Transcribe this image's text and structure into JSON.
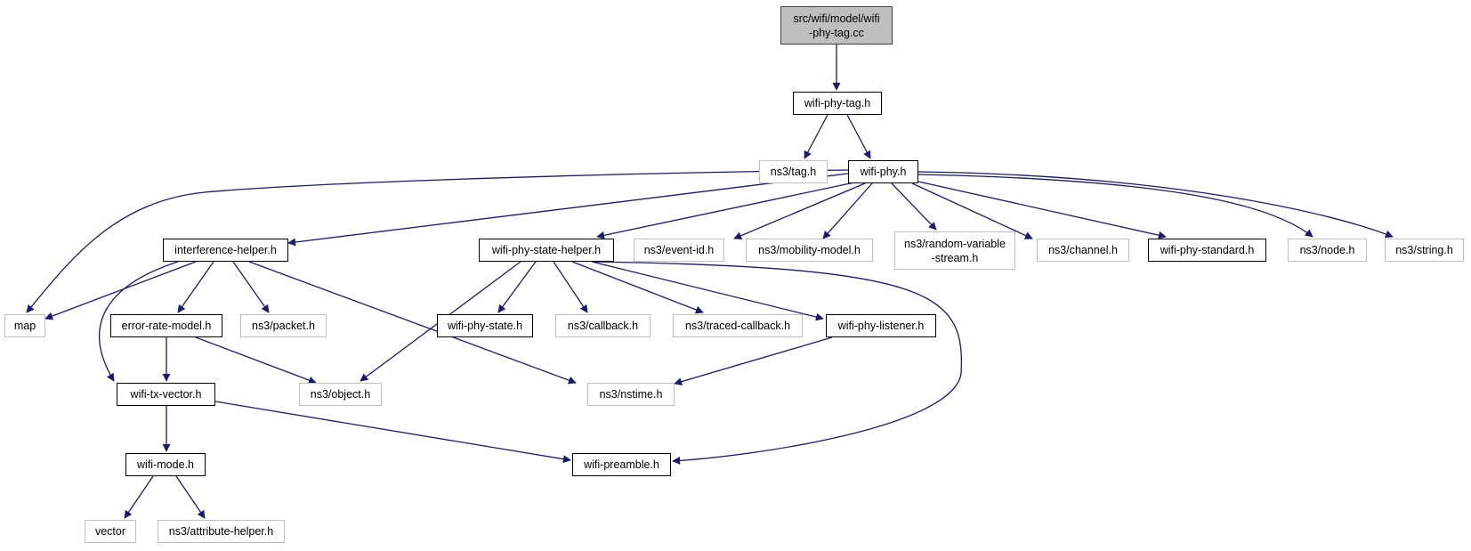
{
  "colors": {
    "edge": "#191970",
    "root_fill": "#bfbfbf",
    "local_border": "#000000",
    "external_border": "#bfbfbf"
  },
  "nodes": {
    "root": {
      "label": "src/wifi/model/wifi\n-phy-tag.cc",
      "kind": "root"
    },
    "wifi_phy_tag_h": {
      "label": "wifi-phy-tag.h",
      "kind": "local"
    },
    "ns3_tag_h": {
      "label": "ns3/tag.h",
      "kind": "external"
    },
    "wifi_phy_h": {
      "label": "wifi-phy.h",
      "kind": "local"
    },
    "interference_helper_h": {
      "label": "interference-helper.h",
      "kind": "local"
    },
    "wifi_phy_state_helper_h": {
      "label": "wifi-phy-state-helper.h",
      "kind": "local"
    },
    "ns3_event_id_h": {
      "label": "ns3/event-id.h",
      "kind": "external"
    },
    "ns3_mobility_model_h": {
      "label": "ns3/mobility-model.h",
      "kind": "external"
    },
    "ns3_random_variable_stream_h": {
      "label": "ns3/random-variable\n-stream.h",
      "kind": "external"
    },
    "ns3_channel_h": {
      "label": "ns3/channel.h",
      "kind": "external"
    },
    "wifi_phy_standard_h": {
      "label": "wifi-phy-standard.h",
      "kind": "local"
    },
    "ns3_node_h": {
      "label": "ns3/node.h",
      "kind": "external"
    },
    "ns3_string_h": {
      "label": "ns3/string.h",
      "kind": "external"
    },
    "map": {
      "label": "map",
      "kind": "external"
    },
    "error_rate_model_h": {
      "label": "error-rate-model.h",
      "kind": "local"
    },
    "ns3_packet_h": {
      "label": "ns3/packet.h",
      "kind": "external"
    },
    "wifi_phy_state_h": {
      "label": "wifi-phy-state.h",
      "kind": "local"
    },
    "ns3_callback_h": {
      "label": "ns3/callback.h",
      "kind": "external"
    },
    "ns3_traced_callback_h": {
      "label": "ns3/traced-callback.h",
      "kind": "external"
    },
    "wifi_phy_listener_h": {
      "label": "wifi-phy-listener.h",
      "kind": "local"
    },
    "wifi_tx_vector_h": {
      "label": "wifi-tx-vector.h",
      "kind": "local"
    },
    "ns3_object_h": {
      "label": "ns3/object.h",
      "kind": "external"
    },
    "ns3_nstime_h": {
      "label": "ns3/nstime.h",
      "kind": "external"
    },
    "wifi_mode_h": {
      "label": "wifi-mode.h",
      "kind": "local"
    },
    "wifi_preamble_h": {
      "label": "wifi-preamble.h",
      "kind": "local"
    },
    "vector": {
      "label": "vector",
      "kind": "external"
    },
    "ns3_attribute_helper_h": {
      "label": "ns3/attribute-helper.h",
      "kind": "external"
    }
  },
  "edges": [
    {
      "from": "root",
      "to": "wifi_phy_tag_h"
    },
    {
      "from": "wifi_phy_tag_h",
      "to": "ns3_tag_h"
    },
    {
      "from": "wifi_phy_tag_h",
      "to": "wifi_phy_h"
    },
    {
      "from": "wifi_phy_h",
      "to": "map"
    },
    {
      "from": "wifi_phy_h",
      "to": "interference_helper_h"
    },
    {
      "from": "wifi_phy_h",
      "to": "wifi_phy_state_helper_h"
    },
    {
      "from": "wifi_phy_h",
      "to": "ns3_event_id_h"
    },
    {
      "from": "wifi_phy_h",
      "to": "ns3_mobility_model_h"
    },
    {
      "from": "wifi_phy_h",
      "to": "ns3_random_variable_stream_h"
    },
    {
      "from": "wifi_phy_h",
      "to": "ns3_channel_h"
    },
    {
      "from": "wifi_phy_h",
      "to": "wifi_phy_standard_h"
    },
    {
      "from": "wifi_phy_h",
      "to": "ns3_node_h"
    },
    {
      "from": "wifi_phy_h",
      "to": "ns3_string_h"
    },
    {
      "from": "interference_helper_h",
      "to": "map"
    },
    {
      "from": "interference_helper_h",
      "to": "error_rate_model_h"
    },
    {
      "from": "interference_helper_h",
      "to": "ns3_packet_h"
    },
    {
      "from": "interference_helper_h",
      "to": "wifi_tx_vector_h"
    },
    {
      "from": "interference_helper_h",
      "to": "ns3_nstime_h"
    },
    {
      "from": "wifi_phy_state_helper_h",
      "to": "ns3_object_h"
    },
    {
      "from": "wifi_phy_state_helper_h",
      "to": "wifi_phy_state_h"
    },
    {
      "from": "wifi_phy_state_helper_h",
      "to": "ns3_callback_h"
    },
    {
      "from": "wifi_phy_state_helper_h",
      "to": "ns3_traced_callback_h"
    },
    {
      "from": "wifi_phy_state_helper_h",
      "to": "wifi_phy_listener_h"
    },
    {
      "from": "wifi_phy_state_helper_h",
      "to": "wifi_preamble_h"
    },
    {
      "from": "error_rate_model_h",
      "to": "wifi_tx_vector_h"
    },
    {
      "from": "error_rate_model_h",
      "to": "ns3_object_h"
    },
    {
      "from": "wifi_phy_listener_h",
      "to": "ns3_nstime_h"
    },
    {
      "from": "wifi_tx_vector_h",
      "to": "wifi_mode_h"
    },
    {
      "from": "wifi_tx_vector_h",
      "to": "wifi_preamble_h"
    },
    {
      "from": "wifi_mode_h",
      "to": "vector"
    },
    {
      "from": "wifi_mode_h",
      "to": "ns3_attribute_helper_h"
    }
  ]
}
